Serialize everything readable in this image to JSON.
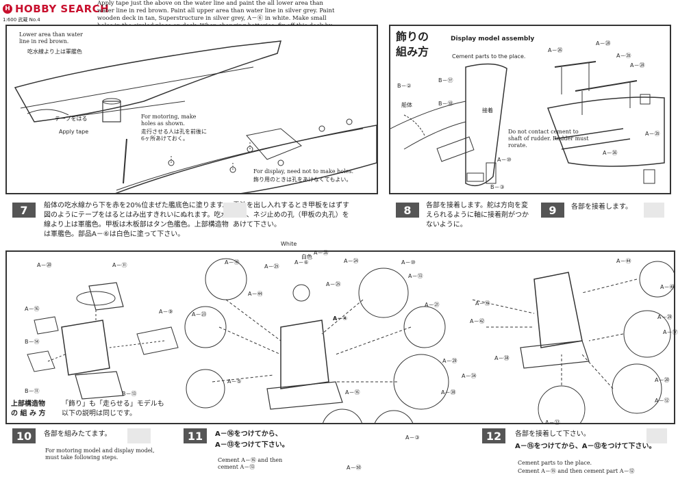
{
  "header": {
    "logo_text": "HOBBY SEARCH",
    "logo_mark": "H",
    "scale_note": "1:600 武蔵 No.4",
    "instructions_en": "Apply tape just the above on the water line and paint the all lower area than water line in red brown. Paint all upper area than water line in silver grey. Paint wooden deck in tan, Superstructure in silver grey, A－⑥ in white. Make small holes in the circled place on deck. When changing batteries, fix off this deck by loosing screws."
  },
  "step7": {
    "number": "7",
    "label_lower_en": "Lower area than water line in red brown.",
    "label_lower_jp": "吃水線より上は軍艦色",
    "label_tape_jp": "テープをはる",
    "label_tape_en": "Apply tape",
    "label_motoring_en": "For motoring, make holes as shown.",
    "label_motoring_jp": "走行させる人は孔を前後に6ヶ所あけておく。",
    "label_display_en": "For display, need not to make holes.",
    "label_display_jp": "飾り用のときは孔をあけなくてもよい。",
    "text_jp": "船体の吃水線から下を赤を20%位まぜた艦底色に塗ります。図のようにテープをはるとはみ出すきれいにぬれます。吃水線より上は軍艦色。甲板は木板部はタン色艦色。上部構造物は軍艦色。部品A－⑥は白色に塗って下さい。",
    "text_jp_right": "電池を出し入れするとき甲板をはずすので、ネジ止めの孔（甲板の丸孔）をあけて下さい。"
  },
  "step8": {
    "number": "8",
    "title_jp_1": "飾りの",
    "title_jp_2": "組み方",
    "title_en": "Display model assembly",
    "cement_en": "Cement parts to the place.",
    "label_hull_jp": "船体",
    "label_setsu": "接着",
    "text_jp": "各部を接着します。舵は方向を変えられるように軸に接着剤がつかないように。",
    "parts": [
      "B－②",
      "B－⑰",
      "B－⑱",
      "A－⑩",
      "B－③"
    ]
  },
  "step9": {
    "number": "9",
    "text_jp": "各部を接着します。",
    "note_en": "Do not contact cement to shaft of rudder. Rudder must rorate.",
    "parts": [
      "A－㉖",
      "A－㉘",
      "A－㉟",
      "A－㉘",
      "A－㉟",
      "A－㊱"
    ]
  },
  "step10": {
    "number": "10",
    "text_jp": "各部を組みたてます。",
    "text_en": "For motoring model and display model, must take following steps.",
    "label_super_jp_1": "上部構造物",
    "label_super_jp_2": "の 組 み 方",
    "note_jp": "「飾り」も「走らせる」モデルも以下の説明は同じです。",
    "parts": [
      "A－⑳",
      "A－⑪",
      "A－⑯",
      "B－⑭",
      "A－⑨",
      "B－⑪",
      "B－⑬"
    ]
  },
  "step11": {
    "number": "11",
    "text_jp_1": "A－⑯をつけてから、",
    "text_jp_2": "A－⑬をつけて下さい。",
    "text_en": "Cement A－⑯ and then cement A－⑬",
    "label_white_en": "White",
    "label_white_jp": "白色",
    "parts": [
      "A－⑱",
      "A－㉕",
      "A－⑥",
      "A－㉟",
      "A－㉔",
      "A－⑩",
      "A－⑬",
      "A－㉕",
      "A－④",
      "A－㊹",
      "A－㉓",
      "A－㉑",
      "A－㉙",
      "A－㊳",
      "A－⑯",
      "A－③",
      "A－⑤",
      "A－㊿"
    ]
  },
  "step12": {
    "number": "12",
    "text_jp_1": "各部を接着して下さい。",
    "text_jp_2": "A－⑮をつけてから、A－⑫をつけて下さい。",
    "text_en_1": "Cement parts to the place.",
    "text_en_2": "Cement A－⑮ and then cement part A－⑫",
    "parts": [
      "A－㊹",
      "A－㊾",
      "A－⑬",
      "A－㉙",
      "A－⑰",
      "A－㊷",
      "A－㊳",
      "A－㉞",
      "A－⑳",
      "A－㉒",
      "A－⑫"
    ]
  }
}
